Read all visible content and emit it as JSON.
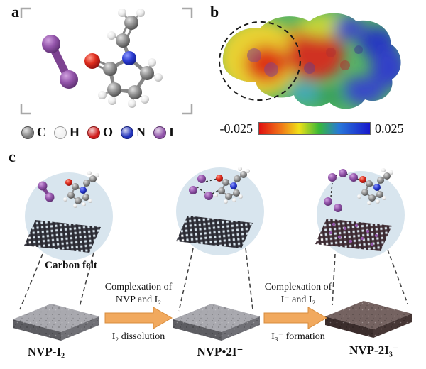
{
  "panels": {
    "a": "a",
    "b": "b",
    "c": "c"
  },
  "legend": [
    {
      "symbol": "C",
      "color": "#7c7c7c"
    },
    {
      "symbol": "H",
      "color": "#f2f2f2"
    },
    {
      "symbol": "O",
      "color": "#cf1d1d"
    },
    {
      "symbol": "N",
      "color": "#2233bb"
    },
    {
      "symbol": "I",
      "color": "#8f52a8"
    }
  ],
  "esp": {
    "scale_min": "-0.025",
    "scale_max": "0.025"
  },
  "scheme": {
    "carbon_felt": "Carbon felt",
    "arrow1_above": "Complexation of NVP and I₂",
    "arrow1_below": "I₂ dissolution",
    "arrow2_above": "Complexation of I⁻ and I₂",
    "arrow2_below": "I₃⁻ formation",
    "products": [
      "NVP-I₂",
      "NVP•2I⁻",
      "NVP-2I₃⁻"
    ]
  },
  "colors": {
    "arrow": "#f1a95e",
    "slab_gray": "#96969e",
    "slab_dark": "#5f4a48",
    "inset_bg": "#d8e5ee",
    "iodine": "#8f52a8"
  }
}
